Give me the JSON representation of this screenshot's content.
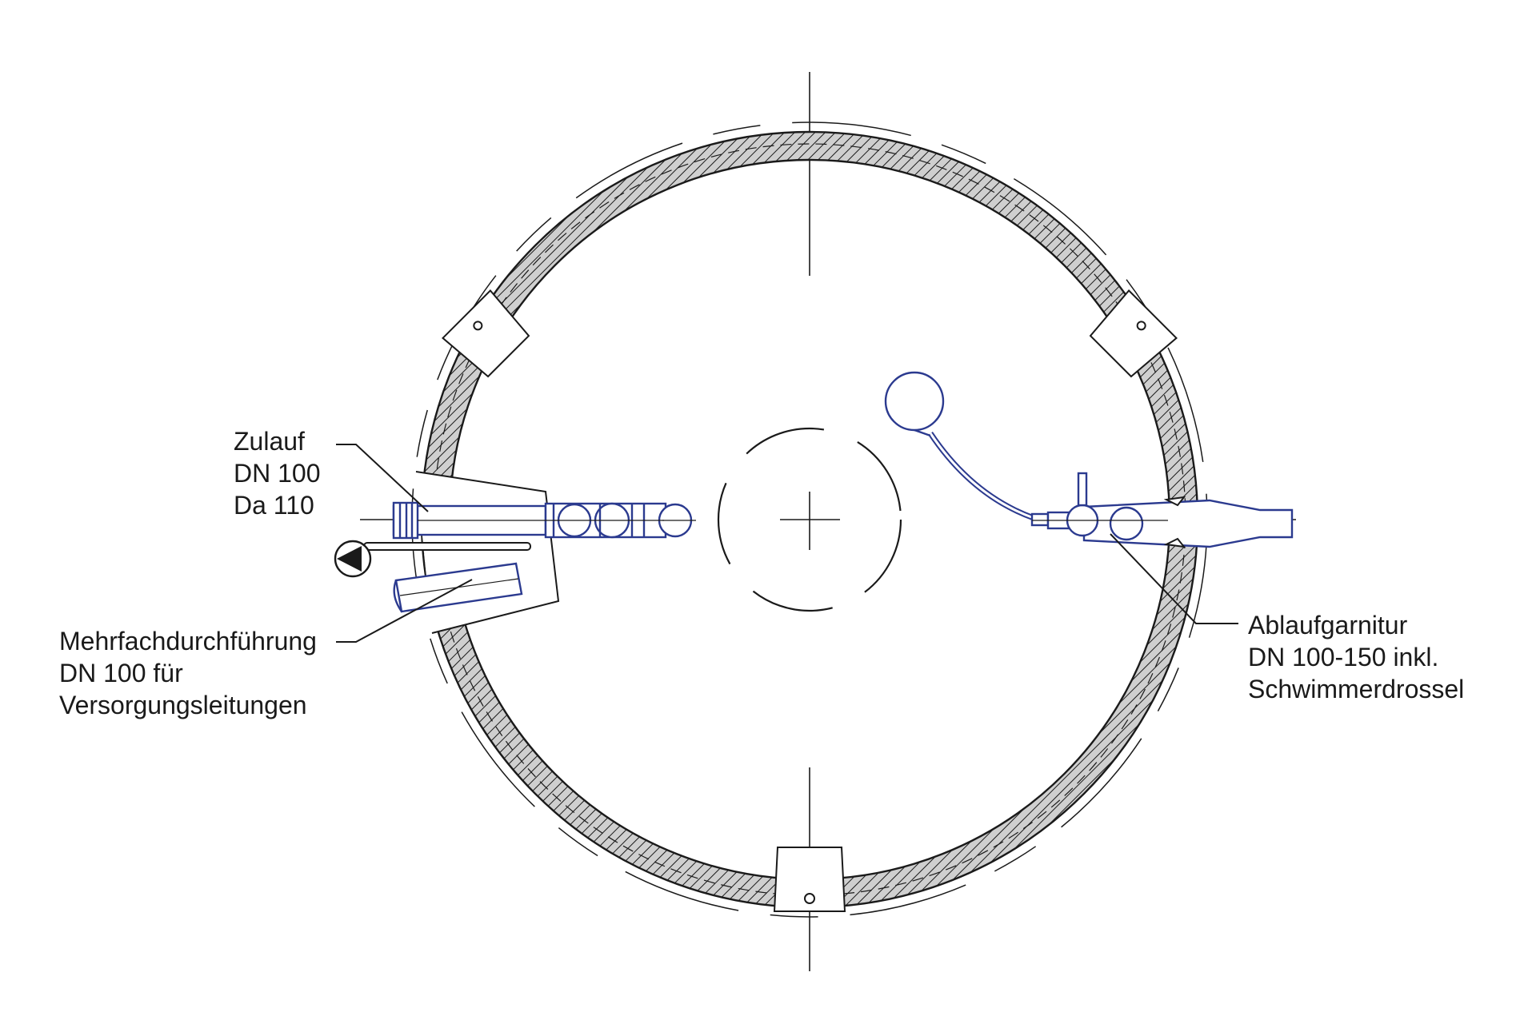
{
  "labels": {
    "zulauf": {
      "lines": [
        "Zulauf",
        "DN 100",
        "Da 110"
      ]
    },
    "mehrfachdurchfuehrung": {
      "lines": [
        "Mehrfachdurchführung",
        "DN 100 für",
        "Versorgungsleitungen"
      ]
    },
    "ablaufgarnitur": {
      "lines": [
        "Ablaufgarnitur",
        "DN 100-150 inkl.",
        "Schwimmerdrossel"
      ]
    }
  },
  "colors": {
    "line": "#1a1a1a",
    "pipe": "#2b3a8f",
    "hatch_fill": "#cfcfcf"
  }
}
